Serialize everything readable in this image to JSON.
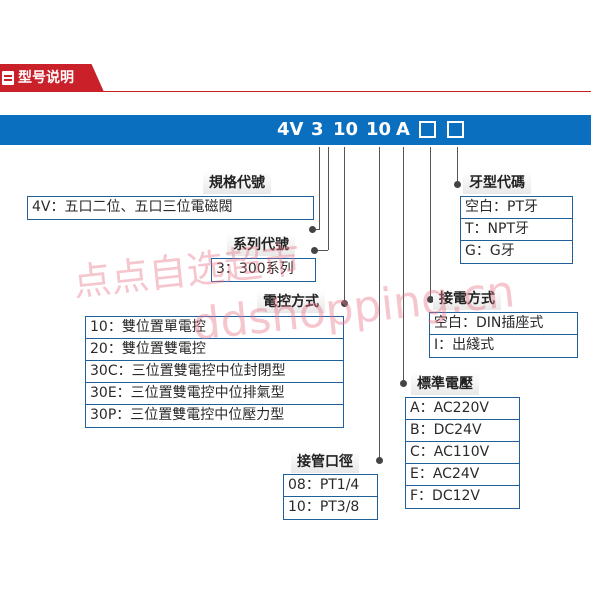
{
  "header": {
    "title": "型号说明",
    "icon": "document-icon"
  },
  "model_code": {
    "parts": [
      "4V",
      "3",
      "10",
      "10",
      "A",
      "□",
      "□"
    ]
  },
  "groups": {
    "spec_code": {
      "label": "規格代號",
      "options": [
        "4V：五口二位、五口三位電磁閥"
      ]
    },
    "series_code": {
      "label": "系列代號",
      "options": [
        "3：300系列"
      ]
    },
    "control_mode": {
      "label": "電控方式",
      "options": [
        "10：雙位置單電控",
        "20：雙位置雙電控",
        "30C：三位置雙電控中位封閉型",
        "30E：三位置雙電控中位排氣型",
        "30P：三位置雙電控中位壓力型"
      ]
    },
    "port_size": {
      "label": "接管口徑",
      "options": [
        "08：PT1/4",
        "10：PT3/8"
      ]
    },
    "voltage": {
      "label": "標準電壓",
      "options": [
        "A：AC220V",
        "B：DC24V",
        "C：AC110V",
        "E：AC24V",
        "F：DC12V"
      ]
    },
    "wiring": {
      "label": "接電方式",
      "options": [
        "空白：DIN插座式",
        "I：出綫式"
      ]
    },
    "thread_code": {
      "label": "牙型代碼",
      "options": [
        "空白：PT牙",
        "T：NPT牙",
        "G：G牙"
      ]
    }
  },
  "watermark": {
    "line1": "点点自选超市",
    "line2": "ddshopping.cn"
  },
  "colors": {
    "brand_red": "#c9202a",
    "band_blue": "#0a6fbf",
    "box_border": "#1f5f9c",
    "watermark": "#e87887"
  }
}
